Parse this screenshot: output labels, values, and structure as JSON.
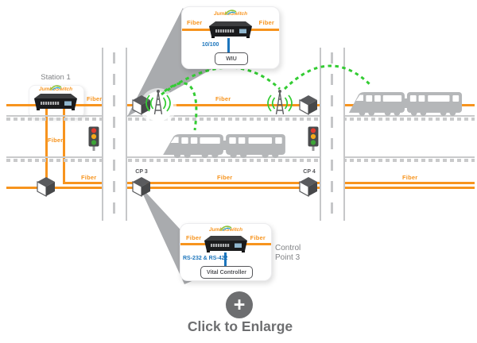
{
  "diagram": {
    "brand": "JumboSwitch",
    "fiber_label": "Fiber",
    "station": {
      "title": "Station 1"
    },
    "control_points": {
      "cp3": "CP 3",
      "cp4": "CP 4"
    },
    "top_callout": {
      "port_label": "10/100",
      "device_label": "WIU"
    },
    "bottom_callout": {
      "port_label": "RS-232 & RS-422",
      "device_label": "Vital Controller",
      "caption_line1": "Control",
      "caption_line2": "Point 3"
    },
    "enlarge": {
      "plus": "+",
      "label": "Click to Enlarge"
    },
    "colors": {
      "fiber_orange": "#F7941E",
      "wireless_green": "#33CC33",
      "link_blue": "#1C75BC",
      "text_gray": "#808285",
      "text_dark": "#55565A",
      "enlarge_gray": "#6D6E70"
    }
  }
}
